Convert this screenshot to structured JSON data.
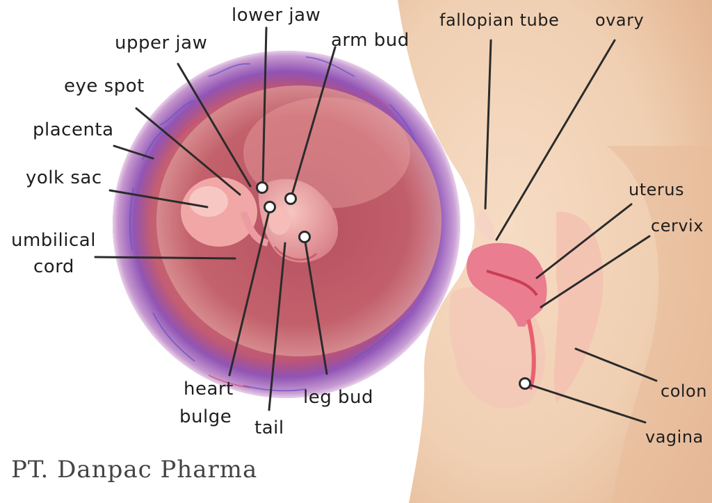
{
  "labels": {
    "lower_jaw": "lower jaw",
    "upper_jaw": "upper jaw",
    "arm_bud": "arm bud",
    "eye_spot": "eye spot",
    "placenta": "placenta",
    "yolk_sac": "yolk sac",
    "umbilical_cord_1": "umbilical",
    "umbilical_cord_2": "cord",
    "heart_bulge_1": "heart",
    "heart_bulge_2": "bulge",
    "tail": "tail",
    "leg_bud": "leg bud",
    "fallopian_tube": "fallopian tube",
    "ovary": "ovary",
    "uterus": "uterus",
    "cervix": "cervix",
    "colon": "colon",
    "vagina": "vagina"
  },
  "footer": {
    "brand": "PT. Danpac Pharma"
  },
  "colors": {
    "skin": "#f2cfb0",
    "amnion": "#c9656c",
    "placenta": "#9b5fb0",
    "uterus": "#e77a8c",
    "leader": "#2b2b2b"
  }
}
